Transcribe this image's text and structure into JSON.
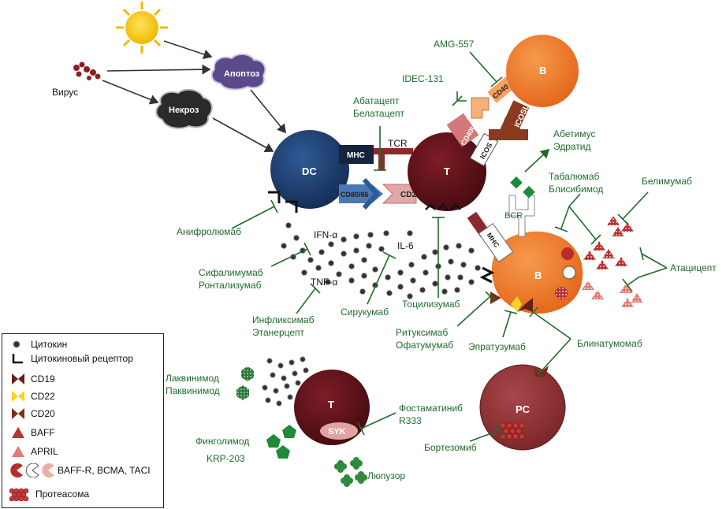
{
  "cells": {
    "dc": "DC",
    "t_main": "T",
    "b_top": "B",
    "b_mid": "B",
    "t_lower": "T",
    "pc": "PC"
  },
  "labels": {
    "virus": "Вирус",
    "apoptosis": "Апоптоз",
    "necrosis": "Некроз",
    "mhc_dc": "MHC",
    "tcr": "TCR",
    "cd8086": "CD80/86",
    "cd28": "CD28",
    "cd40l": "CD40L",
    "cd40": "CD40",
    "icos": "ICOS",
    "icosl": "ICOSL",
    "bcr": "BCR",
    "mhc_b": "MHC",
    "syk": "SYK",
    "ifn": "IFN-α",
    "il6": "IL-6",
    "tnf": "TNF-α"
  },
  "drugs": {
    "amg557": "AMG-557",
    "idec131": "IDEC-131",
    "abatacept": "Абатацепт",
    "belatacept": "Белатацепт",
    "abetimus": "Абетимус",
    "edratid": "Эдратид",
    "tabalumab": "Табалюмаб",
    "blisibimod": "Блисибимод",
    "belimumab": "Белимумаб",
    "atacicept": "Атацицепт",
    "anifrolumab": "Анифролюмаб",
    "sifalimumab": "Сифалимумаб",
    "rontalizumab": "Ронтализумаб",
    "infliximab": "Инфликсимаб",
    "etanercept": "Этанерцепт",
    "sirukumab": "Сирукумаб",
    "tocilizumab": "Тоцилизумаб",
    "rituximab": "Ритуксимаб",
    "ofatumumab": "Офатумумаб",
    "epratuzumab": "Эпратузумаб",
    "blinatumomab": "Блинатумомаб",
    "laquinimod": "Лаквинимод",
    "paquinimod": "Паквинимод",
    "fingolimod": "Финголимод",
    "krp203": "KRP-203",
    "fostamatinib": "Фостаматиниб",
    "r333": "R333",
    "bortezomib": "Бортезомиб",
    "lupuzor": "Люпузор"
  },
  "legend": {
    "cytokine": "Цитокин",
    "cytokine_receptor": "Цитокиновый рецептор",
    "cd19": "CD19",
    "cd22": "CD22",
    "cd20": "CD20",
    "baff": "BAFF",
    "april": "APRIL",
    "receptors": "BAFF-R, BCMA, TACI",
    "proteasome": "Протеасома"
  },
  "colors": {
    "dc": "#1c3d6b",
    "t_cell": "#5c1018",
    "b_cell": "#ef7a2a",
    "pc": "#8e3033",
    "inhibitor": "#1f6b2a",
    "apoptosis_blob": "#5a4a8a",
    "necrosis_blob": "#2a2a2a",
    "sun": "#f5c518"
  }
}
